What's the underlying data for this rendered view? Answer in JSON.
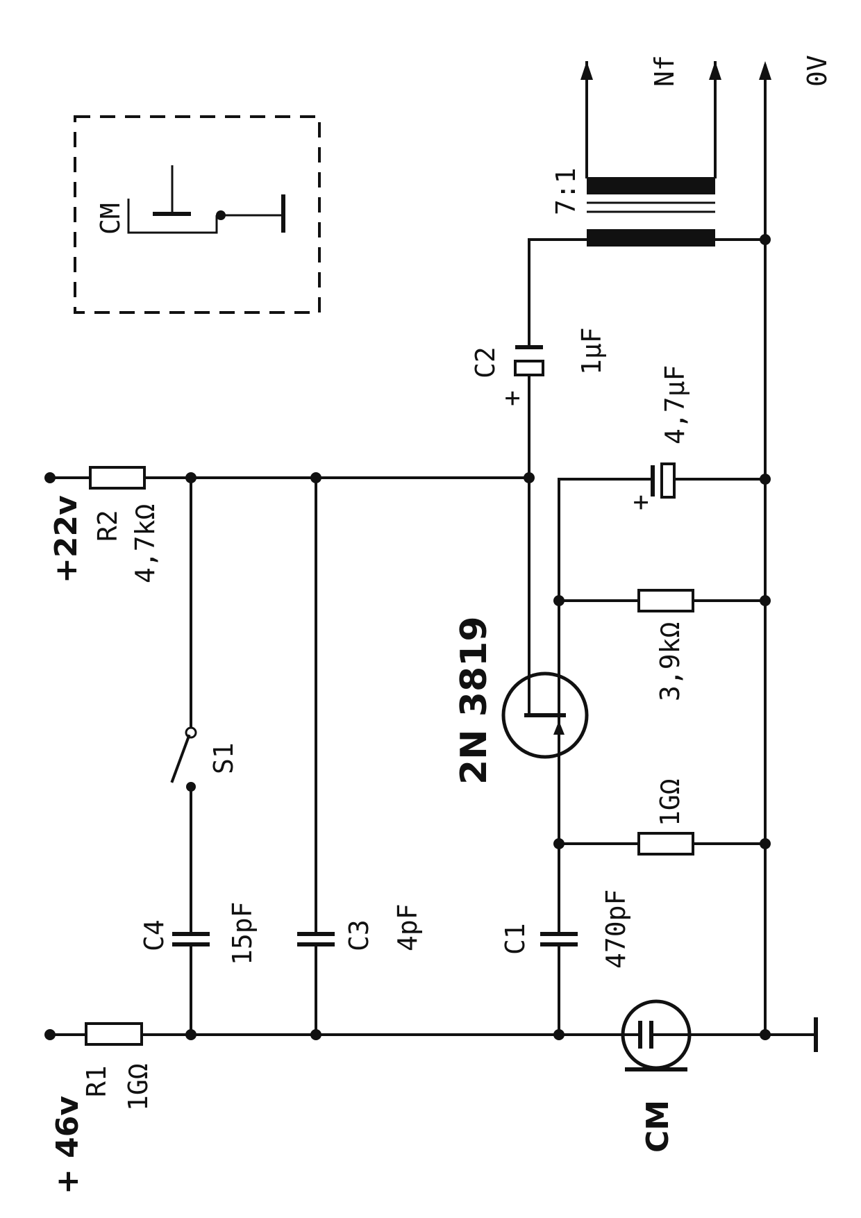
{
  "labels": {
    "plus_46v": "+ 46v",
    "r1": "R1",
    "r1_value": "1GΩ",
    "plus_22v": "+22v",
    "r2": "R2",
    "r2_value": "4,7kΩ",
    "c4": "C4",
    "c4_value": "15pF",
    "c3": "C3",
    "c3_value": "4pF",
    "c1": "C1",
    "c1_value": "470pF",
    "s1": "S1",
    "fet": "2N 3819",
    "r_gate": "1GΩ",
    "r_source": "3,9kΩ",
    "c_source_value": "4,7μF",
    "c_source_plus": "+",
    "c2": "C2",
    "c2_value": "1μF",
    "c2_plus": "+",
    "ratio": "7:1",
    "nf": "Nf",
    "zero_v": "0V",
    "cm_mic": "CM",
    "cm_inset": "CM"
  }
}
